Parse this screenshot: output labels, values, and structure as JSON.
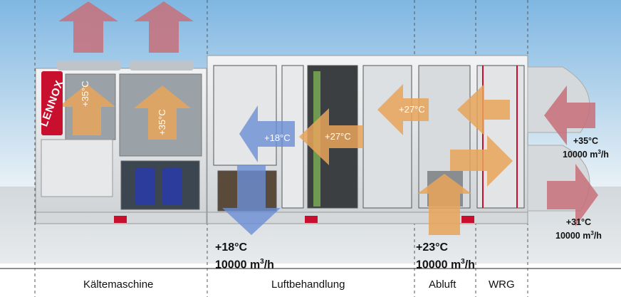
{
  "brand": {
    "logo_text": "LENNOX"
  },
  "arrows": {
    "cond_left": "+35°C",
    "cond_right": "+35°C",
    "supply_small": "+18°C",
    "mix_mid": "+27°C",
    "mix_right": "+27°C"
  },
  "supply": {
    "temp": "+18°C",
    "flow": "10000 m",
    "unit_sup": "3",
    "unit_tail": "/h"
  },
  "exhaust": {
    "temp": "+23°C",
    "flow": "10000 m",
    "unit_sup": "3",
    "unit_tail": "/h"
  },
  "outdoor_in": {
    "temp": "+35°C",
    "flow": "10000 m",
    "unit_sup": "3",
    "unit_tail": "/h"
  },
  "outdoor_out": {
    "temp": "+31°C",
    "flow": "10000 m",
    "unit_sup": "3",
    "unit_tail": "/h"
  },
  "sections": [
    {
      "label": "Kältemaschine"
    },
    {
      "label": "Luftbehandlung"
    },
    {
      "label": "Abluft"
    },
    {
      "label": "WRG"
    }
  ],
  "colors": {
    "sky_top": "#8fc2e8",
    "sky_bottom": "#e8f2f8",
    "red_arrow": "#c8707a",
    "orange_arrow": "#e8a55a",
    "blue_arrow": "#6b8fd6",
    "brand_red": "#c8102e"
  }
}
